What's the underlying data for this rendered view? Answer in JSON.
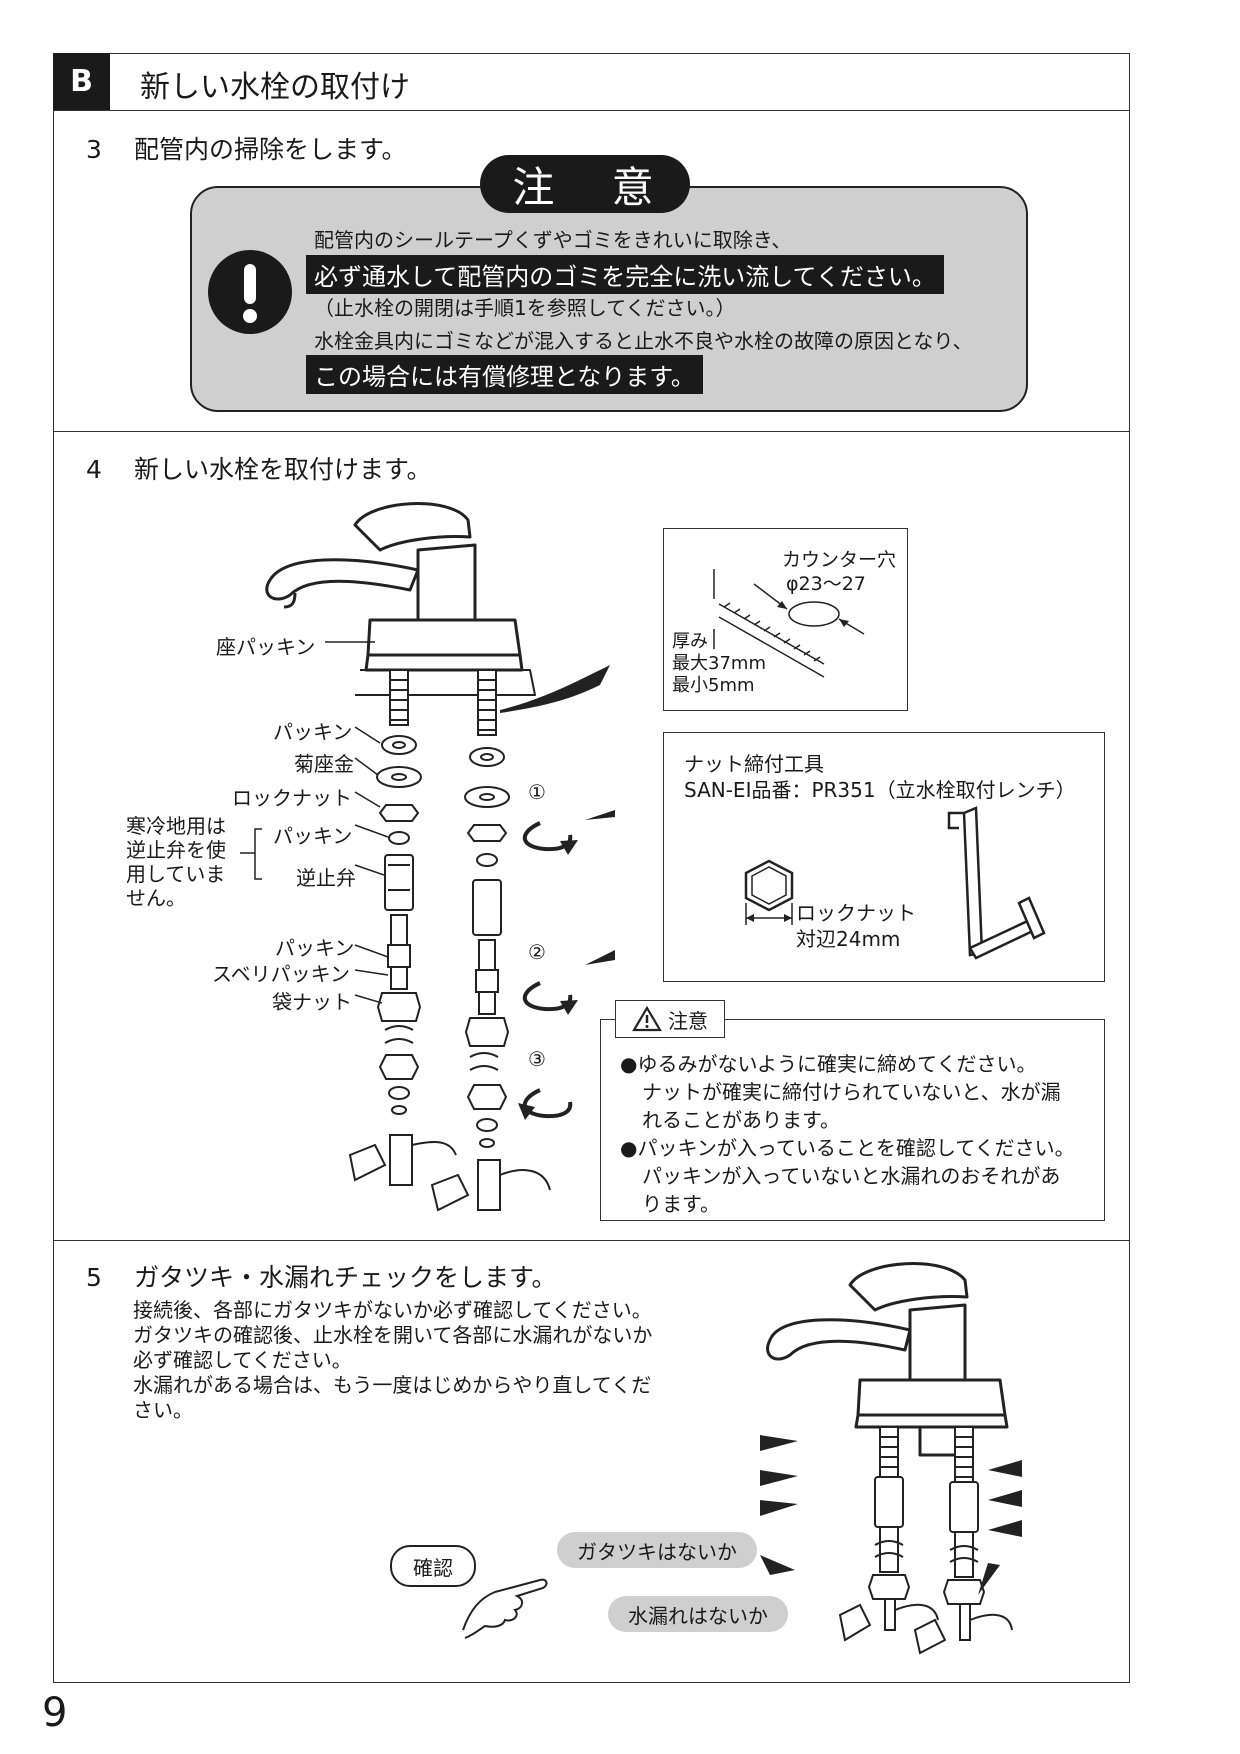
{
  "header": {
    "badge": "B",
    "title": "新しい水栓の取付け"
  },
  "step3": {
    "number": "3",
    "title": "配管内の掃除をします。",
    "caution_label": "注 意",
    "line1": "配管内のシールテープくずやゴミをきれいに取除き、",
    "highlight1": "必ず通水して配管内のゴミを完全に洗い流してください。",
    "line2": "（止水栓の開閉は手順1を参照してください。）",
    "line3": "水栓金具内にゴミなどが混入すると止水不良や水栓の故障の原因となり、",
    "highlight2": "この場合には有償修理となります。"
  },
  "step4": {
    "number": "4",
    "title": "新しい水栓を取付けます。",
    "labels": {
      "zapackin": "座パッキン",
      "packin1": "パッキン",
      "kikuzagane": "菊座金",
      "locknut": "ロックナット",
      "packin2": "パッキン",
      "gyakushiben": "逆止弁",
      "packin3": "パッキン",
      "suberi": "スベリパッキン",
      "fukuro": "袋ナット",
      "cold1": "寒冷地用は",
      "cold2": "逆止弁を使",
      "cold3": "用していま",
      "cold4": "せん。"
    },
    "circled": [
      "①",
      "②",
      "③"
    ],
    "counter_box": {
      "hole_label": "カウンター穴",
      "hole_size": "φ23～27",
      "thick1": "厚み",
      "thick2": "最大37mm",
      "thick3": "最小5mm"
    },
    "tool_box": {
      "title": "ナット締付工具",
      "model": "SAN-EI品番：PR351（立水栓取付レンチ）",
      "nut1": "ロックナット",
      "nut2": "対辺24mm"
    },
    "note": {
      "label": "注意",
      "l1": "●ゆるみがないように確実に締めてください。",
      "l2": "ナットが確実に締付けられていないと、水が漏",
      "l3": "れることがあります。",
      "l4": "●パッキンが入っていることを確認してください。",
      "l5": "パッキンが入っていないと水漏れのおそれがあ",
      "l6": "ります。"
    }
  },
  "step5": {
    "number": "5",
    "title": "ガタツキ・水漏れチェックをします。",
    "p1": "接続後、各部にガタツキがないか必ず確認してください。",
    "p2": "ガタツキの確認後、止水栓を開いて各部に水漏れがないか",
    "p3": "必ず確認してください。",
    "p4": "水漏れがある場合は、もう一度はじめからやり直してくだ",
    "p5": "さい。",
    "confirm": "確認",
    "check1": "ガタツキはないか",
    "check2": "水漏れはないか"
  },
  "page_number": "9"
}
